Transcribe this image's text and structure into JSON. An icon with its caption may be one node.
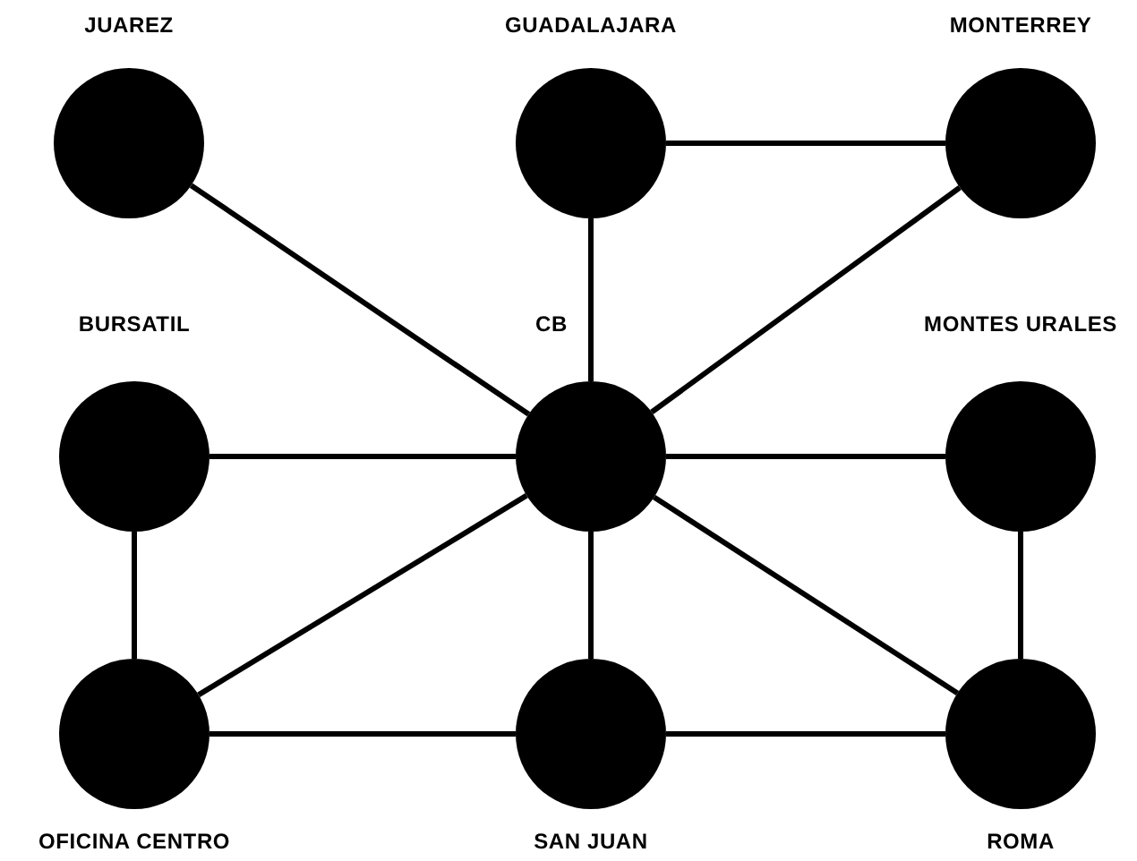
{
  "diagram": {
    "nodes": [
      {
        "text": [
          "JUAREZ"
        ]
      },
      {
        "text": [
          "GUADALAJARA"
        ]
      },
      {
        "text": [
          "MONTERREY"
        ]
      },
      {
        "text": [
          "BURSATIL"
        ]
      },
      {
        "text": [
          "CB"
        ]
      },
      {
        "text": [
          "MONTES URALES"
        ]
      },
      {
        "text": [
          "OFICINA CENTRO"
        ]
      },
      {
        "text": [
          "SAN JUAN"
        ]
      },
      {
        "text": [
          "ROMA"
        ]
      }
    ],
    "edges": [
      {
        "from": 0,
        "to": 4,
        "arrow": "none"
      },
      {
        "from": 1,
        "to": 4,
        "arrow": "none"
      },
      {
        "from": 1,
        "to": 2,
        "arrow": "none"
      },
      {
        "from": 2,
        "to": 4,
        "arrow": "none"
      },
      {
        "from": 3,
        "to": 4,
        "arrow": "none"
      },
      {
        "from": 4,
        "to": 5,
        "arrow": "none"
      },
      {
        "from": 3,
        "to": 6,
        "arrow": "none"
      },
      {
        "from": 4,
        "to": 6,
        "arrow": "none"
      },
      {
        "from": 4,
        "to": 7,
        "arrow": "none"
      },
      {
        "from": 4,
        "to": 8,
        "arrow": "none"
      },
      {
        "from": 5,
        "to": 8,
        "arrow": "none"
      },
      {
        "from": 6,
        "to": 7,
        "arrow": "none"
      },
      {
        "from": 7,
        "to": 8,
        "arrow": "none"
      }
    ]
  }
}
